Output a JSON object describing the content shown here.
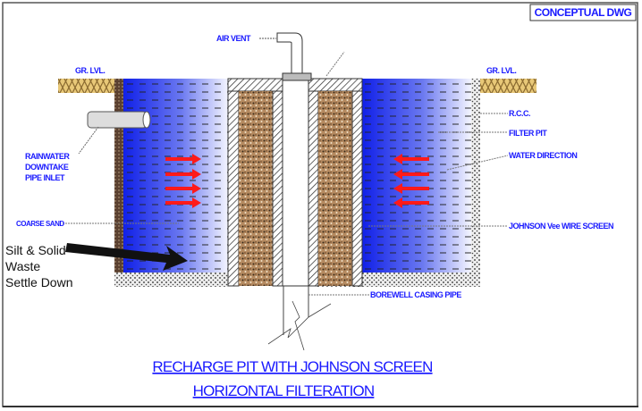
{
  "stamp": "CONCEPTUAL DWG",
  "labels": {
    "air_vent": "AIR VENT",
    "gr_lvl_left": "GR. LVL.",
    "gr_lvl_right": "GR. LVL.",
    "rainwater_1": "RAINWATER",
    "rainwater_2": "DOWNTAKE",
    "rainwater_3": "PIPE INLET",
    "coarse_sand": "COARSE SAND",
    "rcc": "R.C.C.",
    "filter_pit": "FILTER PIT",
    "water_direction": "WATER DIRECTION",
    "johnson_screen": "JOHNSON Vee WIRE SCREEN",
    "borewell": "BOREWELL CASING PIPE"
  },
  "note": [
    "Silt & Solid",
    "Waste",
    "Settle Down"
  ],
  "title": [
    "RECHARGE PIT WITH JOHNSON SCREEN",
    "HORIZONTAL FILTERATION"
  ],
  "colors": {
    "label": "#1a1aff",
    "water": "#1a2cf0",
    "arrow": "#ff1a1a",
    "filter": "#9a6a40"
  }
}
